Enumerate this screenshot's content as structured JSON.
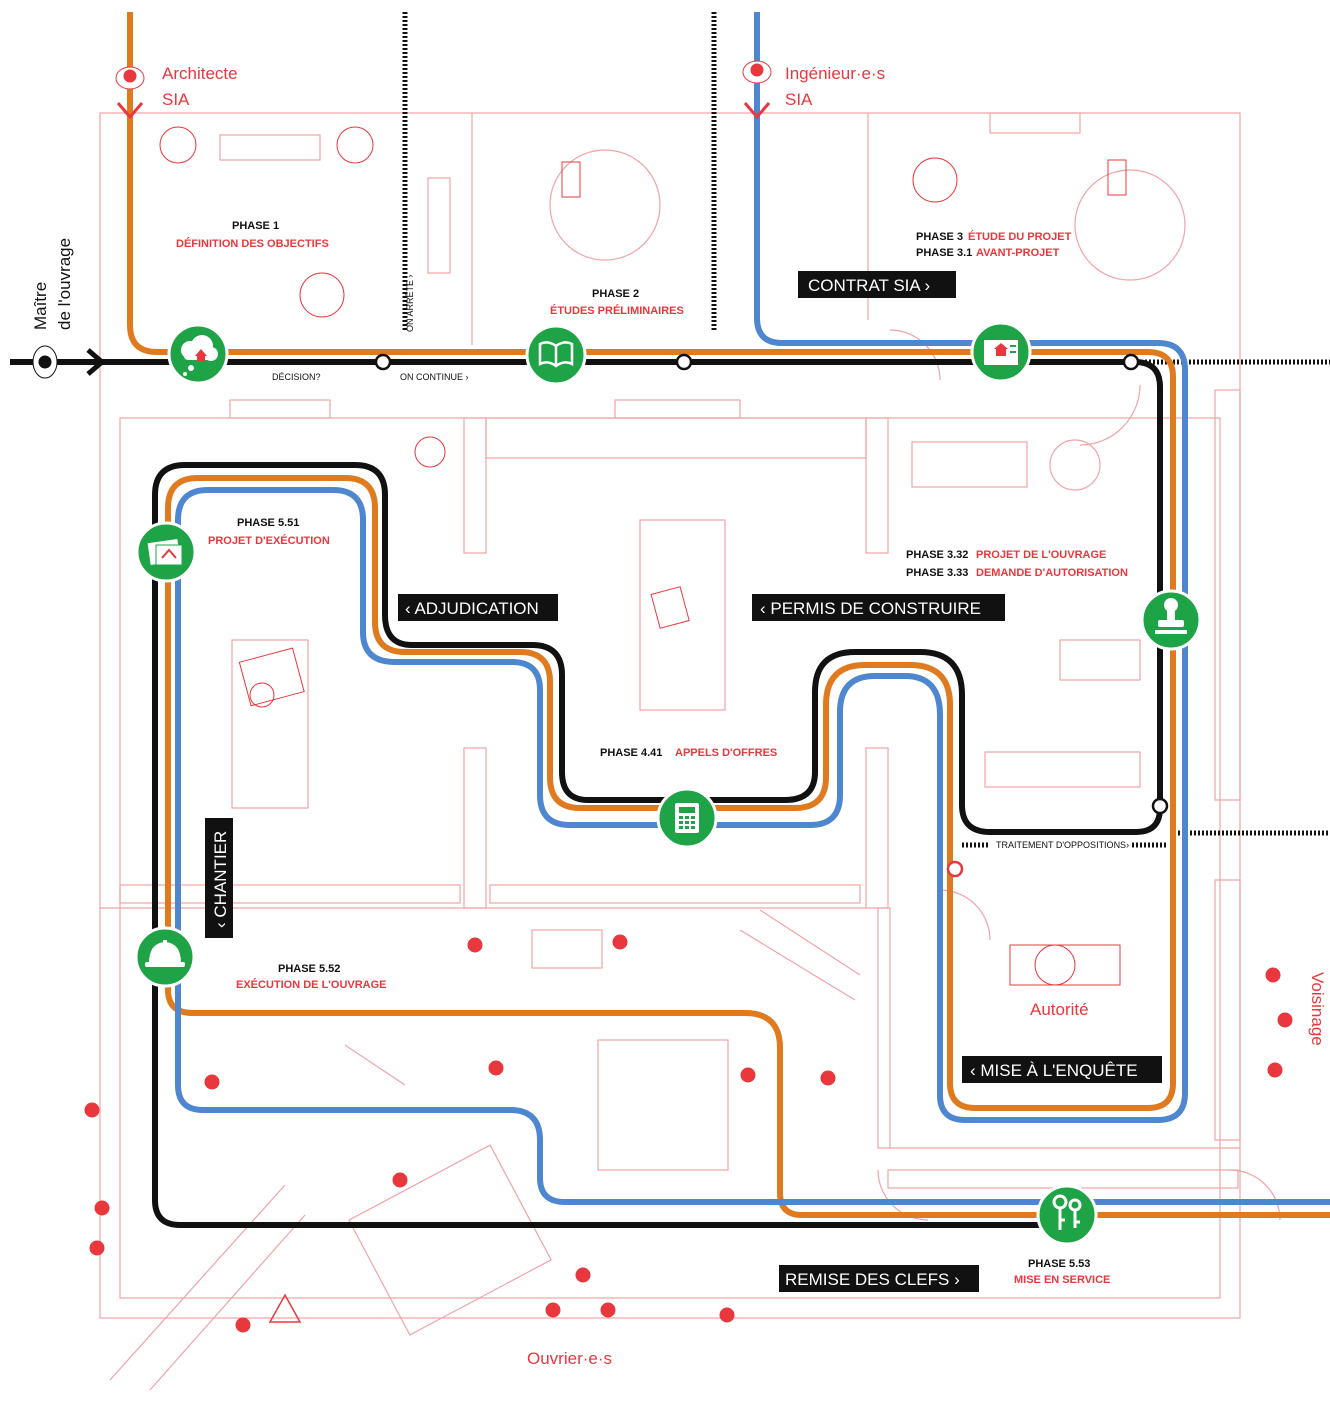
{
  "colors": {
    "architect_line": "#e07a1f",
    "engineer_line": "#4f86d0",
    "owner_line": "#111111",
    "station": "#1fa347",
    "accent": "#e8383d"
  },
  "actors": {
    "architect": [
      "Architecte",
      "SIA"
    ],
    "engineers": [
      "Ingénieur·e·s",
      "SIA"
    ],
    "owner": [
      "Maître",
      "de l'ouvrage"
    ],
    "neighbours": "Voisinage",
    "workers": "Ouvrier·e·s",
    "authority": "Autorité"
  },
  "labels": {
    "decision": "DÉCISION?",
    "on_arrete": "ON ARRÊTE ›",
    "on_continue": "ON CONTINUE ›",
    "traitement": "TRAITEMENT D'OPPOSITIONS›"
  },
  "phases": {
    "p1": {
      "num": "PHASE 1",
      "name": "DÉFINITION  DES OBJECTIFS"
    },
    "p2": {
      "num": "PHASE  2",
      "name": "ÉTUDES PRÉLIMINAIRES"
    },
    "p3": {
      "num": "PHASE 3",
      "name": "ÉTUDE DU PROJET"
    },
    "p31": {
      "num": "PHASE 3.1",
      "name": "AVANT-PROJET"
    },
    "p332": {
      "num": "PHASE 3.32",
      "name": "PROJET DE  L'OUVRAGE"
    },
    "p333": {
      "num": "PHASE 3.33",
      "name": "DEMANDE  D'AUTORISATION"
    },
    "p441": {
      "num": "PHASE 4.41",
      "name": "APPELS D'OFFRES"
    },
    "p551": {
      "num": "PHASE 5.51",
      "name": "PROJET D'EXÉCUTION"
    },
    "p552": {
      "num": "PHASE 5.52",
      "name": "EXÉCUTION DE L'OUVRAGE"
    },
    "p553": {
      "num": "PHASE 5.53",
      "name": "MISE EN SERVICE"
    }
  },
  "banners": {
    "contrat": "CONTRAT SIA ›",
    "adjudication": "‹ ADJUDICATION",
    "permis": "‹ PERMIS DE CONSTRUIRE",
    "chantier": "‹ CHANTIER",
    "enquete": "‹ MISE À L'ENQUÊTE",
    "clefs": "REMISE DES CLEFS ›"
  },
  "stations": [
    {
      "icon": "idea-cloud-icon"
    },
    {
      "icon": "book-icon"
    },
    {
      "icon": "blueprint-icon"
    },
    {
      "icon": "stamp-icon"
    },
    {
      "icon": "calculator-icon"
    },
    {
      "icon": "drawings-icon"
    },
    {
      "icon": "hardhat-icon"
    },
    {
      "icon": "keys-icon"
    }
  ]
}
